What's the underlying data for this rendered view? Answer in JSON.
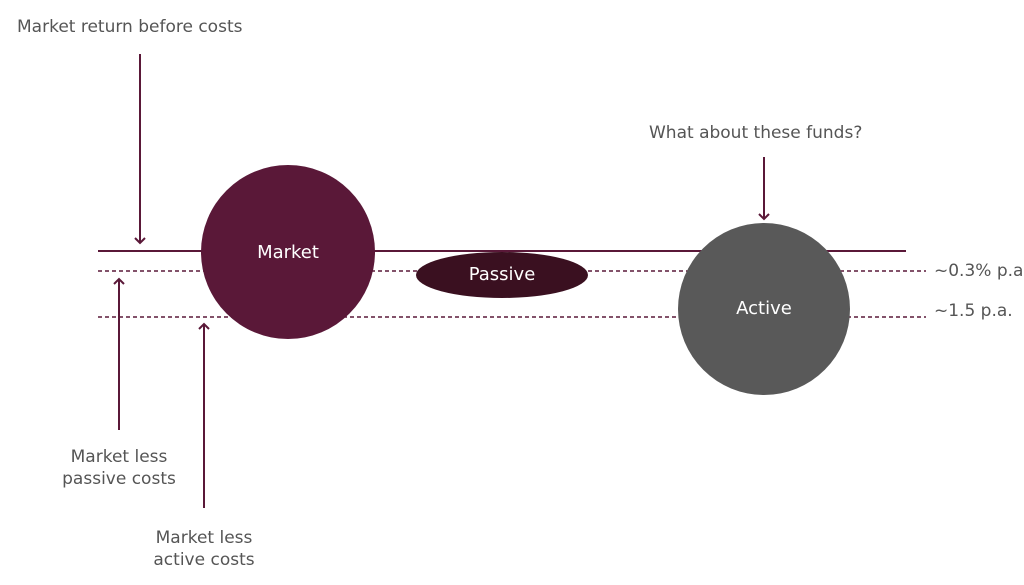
{
  "labels": {
    "market_return": "Market return before costs",
    "question": "What about these funds?",
    "less_passive": "Market less\npassive costs",
    "less_active": "Market less\nactive costs",
    "cost_passive": "~0.3% p.a.",
    "cost_active": "~1.5 p.a."
  },
  "nodes": {
    "market": "Market",
    "passive": "Passive",
    "active": "Active"
  },
  "colors": {
    "accent": "#5a1838",
    "passive_fill": "#3a1020",
    "active_fill": "#595959",
    "text": "#555555",
    "node_text": "#ffffff"
  }
}
